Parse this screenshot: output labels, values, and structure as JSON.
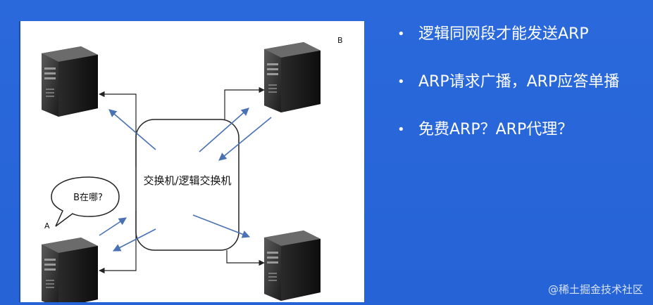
{
  "diagram": {
    "switch_label": "交换机/逻辑交换机",
    "bubble_text": "B在哪?",
    "label_a": "A",
    "label_b": "B"
  },
  "bullets": [
    "逻辑同网段才能发送ARP",
    "ARP请求广播，ARP应答单播",
    "免费ARP？ARP代理？"
  ],
  "watermark": "@稀土掘金技术社区",
  "colors": {
    "background": "#2563d6",
    "arrow_blue": "#4a72b3",
    "connector": "#222222"
  },
  "icons": [
    "server-icon",
    "speech-bubble-icon"
  ]
}
